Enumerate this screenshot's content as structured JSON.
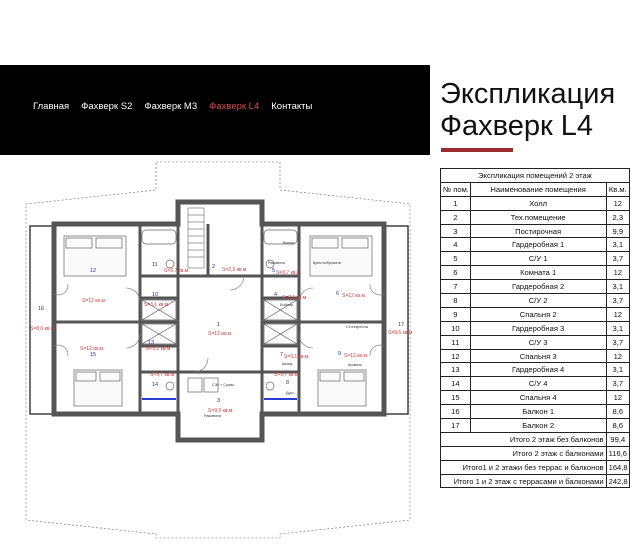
{
  "nav": {
    "items": [
      {
        "label": "Главная",
        "active": false
      },
      {
        "label": "Фахверк S2",
        "active": false
      },
      {
        "label": "Фахверк M3",
        "active": false
      },
      {
        "label": "Фахверк L4",
        "active": true
      },
      {
        "label": "Контакты",
        "active": false
      }
    ],
    "active_color": "#d9484b"
  },
  "header": {
    "title_line1": "Экспликация",
    "title_line2": "Фахверк L4",
    "accent_color": "#9a2c2f"
  },
  "table": {
    "caption": "Экспликация помещений  2 этаж",
    "headers": {
      "num": "№ пом.",
      "name": "Наименование помещения",
      "area": "Кв.м."
    },
    "rows": [
      {
        "num": "1",
        "name": "Холл",
        "area": "12"
      },
      {
        "num": "2",
        "name": "Тех.помещение",
        "area": "2,3"
      },
      {
        "num": "3",
        "name": "Постирочная",
        "area": "9,9"
      },
      {
        "num": "4",
        "name": "Гардеробная 1",
        "area": "3,1"
      },
      {
        "num": "5",
        "name": "С/У  1",
        "area": "3,7"
      },
      {
        "num": "6",
        "name": "Комната 1",
        "area": "12"
      },
      {
        "num": "7",
        "name": "Гардеробная 2",
        "area": "3,1"
      },
      {
        "num": "8",
        "name": "С/У  2",
        "area": "3,7"
      },
      {
        "num": "9",
        "name": "Спальня 2",
        "area": "12"
      },
      {
        "num": "10",
        "name": "Гардеробная 3",
        "area": "3,1"
      },
      {
        "num": "11",
        "name": "С/У  3",
        "area": "3,7"
      },
      {
        "num": "12",
        "name": "Спальня 3",
        "area": "12"
      },
      {
        "num": "13",
        "name": "Гардеробная 4",
        "area": "3,1"
      },
      {
        "num": "14",
        "name": "С/У  4",
        "area": "3,7"
      },
      {
        "num": "15",
        "name": "Спальня 4",
        "area": "12"
      },
      {
        "num": "16",
        "name": "Балкон 1",
        "area": "8,6"
      },
      {
        "num": "17",
        "name": "Балкон 2",
        "area": "8,6"
      }
    ],
    "totals": [
      {
        "label": "Итого 2 этаж без балконов",
        "value": "99,4"
      },
      {
        "label": "Итого 2 этаж с балконами",
        "value": "116,6"
      },
      {
        "label": "Итого1 и 2 этажи без террас и балконов",
        "value": "164,8"
      },
      {
        "label": "Итого 1 и 2 этаж с террасами и балконами",
        "value": "242,8"
      }
    ]
  },
  "plan": {
    "labels": {
      "r1": "S=12 кв.м.",
      "r2": "S=2,3 кв.м.",
      "r3": "S=9,9 кв.м.",
      "r4": "S=3,1 кв.м.",
      "r5": "S=3,7 кв.м.",
      "r6": "S=12 кв.м.",
      "r7": "S=3,1 кв.м.",
      "r8": "S=3,7 кв.м.",
      "r9": "S=12 кв.м.",
      "r10": "S=3,1 кв.м.",
      "r11": "S=3,7 кв.м.",
      "r12": "S=12 кв.м.",
      "r13": "S=3,1 кв.м.",
      "r14": "S=3,7 кв.м.",
      "r15": "S=12 кв.м.",
      "r16": "S=8,6 кв.м.",
      "r17": "S=8,6 кв.м.",
      "sm": "С/М + Сушм.",
      "rakovina": "Раковина",
      "bojler": "Бойлер",
      "shkaf": "Шкаф",
      "kreslo": "Кресло/Кровати",
      "stol": "Стол/кресла",
      "krovat": "Кровать",
      "vanna": "Ванна",
      "dush": "Душ",
      "rakovina2": "Раковина"
    },
    "label_color": "#d83a3a",
    "number_color": "#2233aa"
  }
}
